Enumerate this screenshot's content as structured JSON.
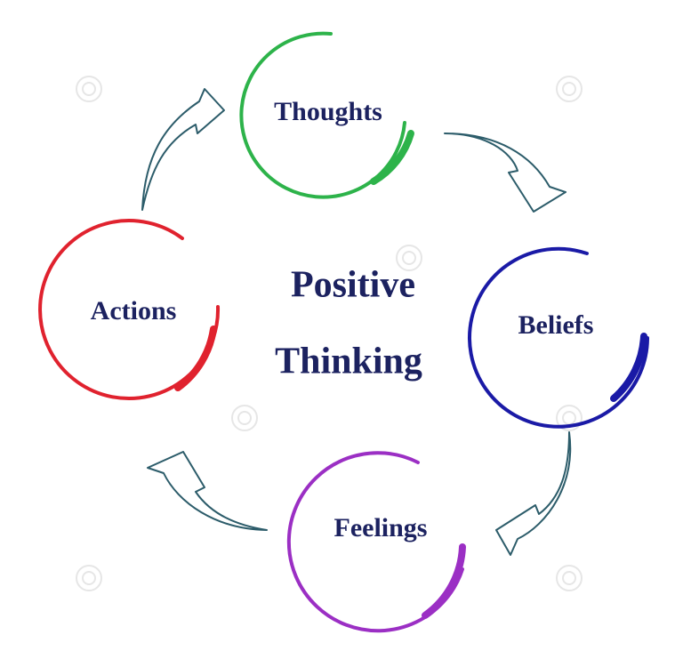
{
  "diagram": {
    "center": {
      "line1": "Positive",
      "line2": "Thinking"
    },
    "nodes": [
      {
        "id": "thoughts",
        "label": "Thoughts",
        "color": "#2db34a"
      },
      {
        "id": "beliefs",
        "label": "Beliefs",
        "color": "#1a1aa6"
      },
      {
        "id": "feelings",
        "label": "Feelings",
        "color": "#9b2fc4"
      },
      {
        "id": "actions",
        "label": "Actions",
        "color": "#e0222e"
      }
    ],
    "arrow_color": "#2c5c6a",
    "text_color": "#1c2260"
  }
}
